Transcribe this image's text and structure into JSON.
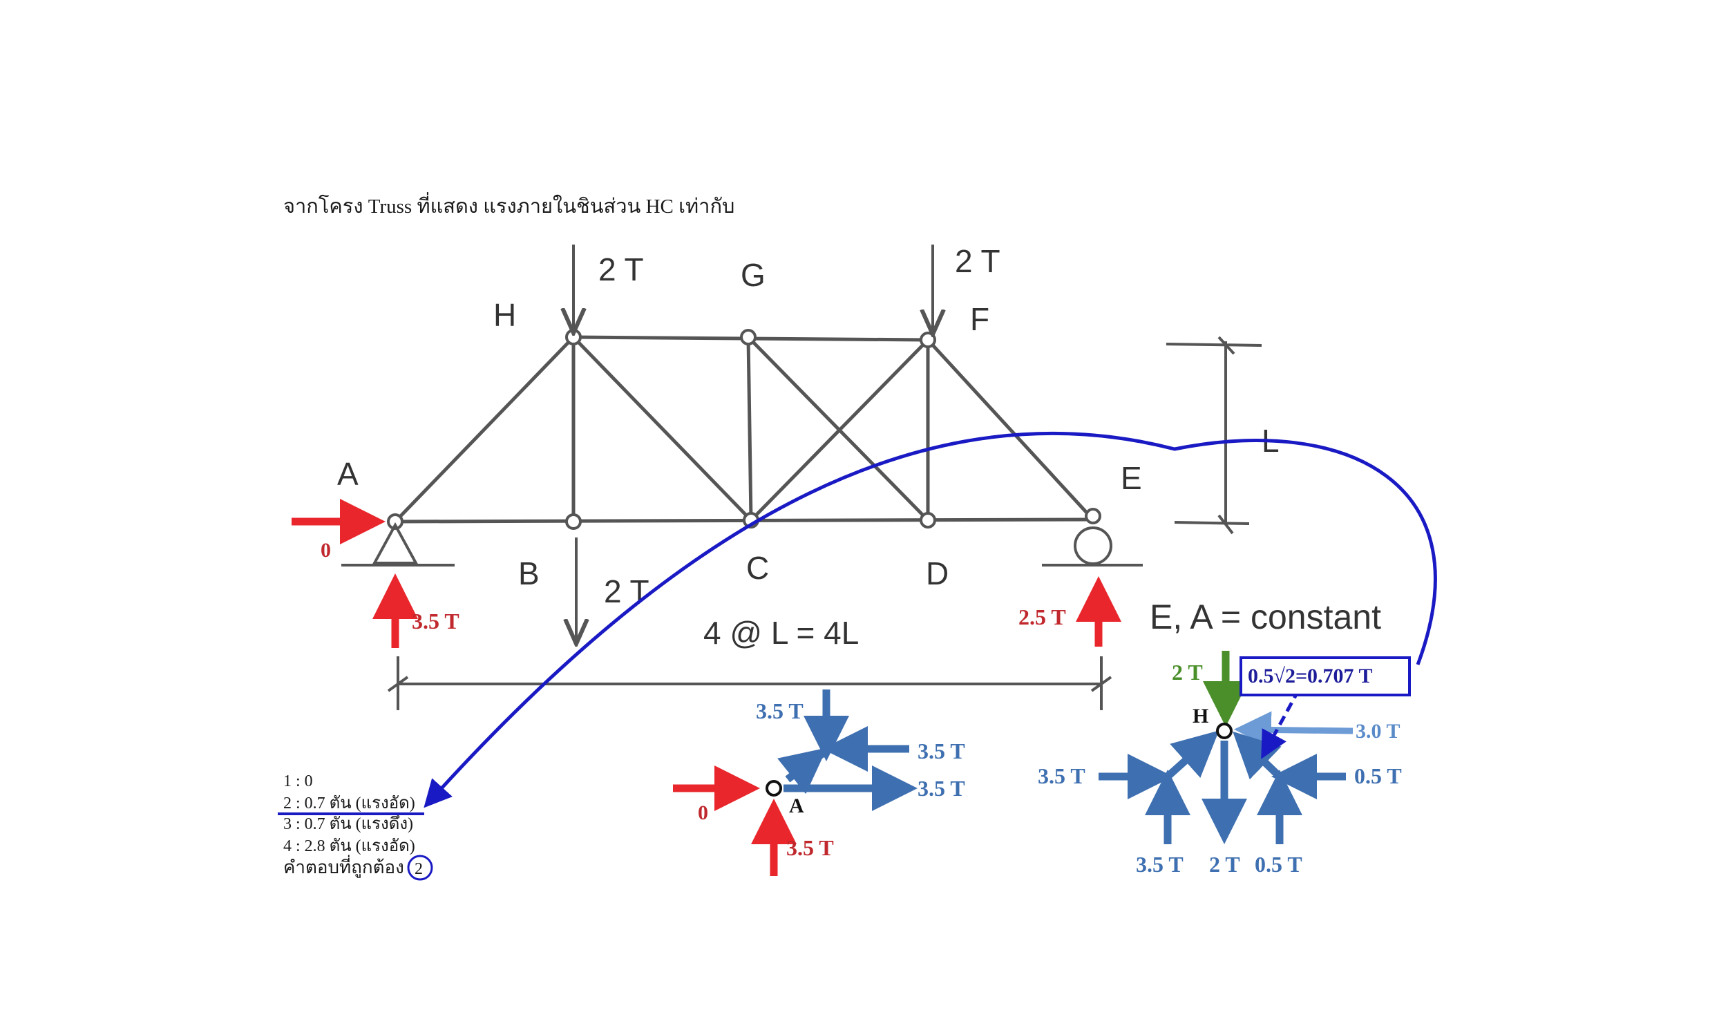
{
  "question": "จากโครง Truss ที่แสดง แรงภายในชินส่วน HC เท่ากับ",
  "nodes": {
    "H": "H",
    "G": "G",
    "F": "F",
    "A": "A",
    "B": "B",
    "C": "C",
    "D": "D",
    "E": "E"
  },
  "loads": {
    "H": "2 T",
    "F": "2 T",
    "B": "2 T"
  },
  "dimensions": {
    "height": "L",
    "span": "4 @ L = 4L",
    "material": "E, A = constant"
  },
  "reactions": {
    "A_horizontal": "0",
    "A_vertical": "3.5 T",
    "E_vertical": "2.5 T"
  },
  "fbd_A": {
    "node": "A",
    "f1": "3.5 T",
    "f2": "3.5 T",
    "f3": "3.5 T",
    "rx": "0",
    "ry": "3.5 T"
  },
  "fbd_H": {
    "node": "H",
    "load": "2 T",
    "result": "0.5√2=0.707 T",
    "right_top": "3.0 T",
    "right_bottom": "0.5 T",
    "left": "3.5 T",
    "bottom_left": "3.5 T",
    "bottom_mid": "2 T",
    "bottom_right": "0.5 T"
  },
  "choices": [
    {
      "text": "1 : 0"
    },
    {
      "text": "2 : 0.7 ตัน (แรงอัด)"
    },
    {
      "text": "3 : 0.7 ตัน (แรงดึง)"
    },
    {
      "text": "4 : 2.8 ตัน (แรงอัด)"
    }
  ],
  "answer_label": "คำตอบที่ถูกต้อง",
  "answer_value": "2",
  "colors": {
    "member": "#555555",
    "red": "#e8262b",
    "blue": "#3e6fb0",
    "dark_blue": "#1a1ac4",
    "green": "#4a8f2a"
  }
}
